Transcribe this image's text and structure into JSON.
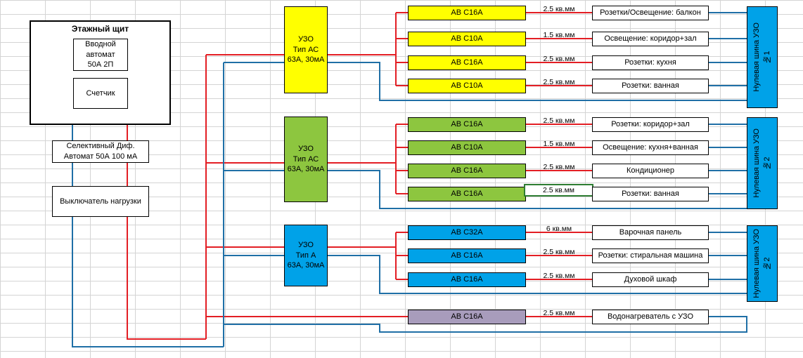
{
  "panel": {
    "title": "Этажный щит",
    "intro_breaker": "Вводной\nавтомат\n50А 2П",
    "meter": "Счетчик"
  },
  "selective_rcd": "Селективный Диф.\nАвтомат 50А 100 мА",
  "load_switch": "Выключатель нагрузки",
  "rcds": [
    {
      "label": "УЗО\nТип АС\n63А, 30мА"
    },
    {
      "label": "УЗО\nТип АС\n63А, 30мА"
    },
    {
      "label": "УЗО\nТип А\n63А, 30мА"
    }
  ],
  "circuits": [
    {
      "breaker": "АВ С16А",
      "cable": "2.5 кв.мм",
      "load": "Розетки/Освещение: балкон"
    },
    {
      "breaker": "АВ С10А",
      "cable": "1.5 кв.мм",
      "load": "Освещение: коридор+зал"
    },
    {
      "breaker": "АВ С16А",
      "cable": "2.5 кв.мм",
      "load": "Розетки: кухня"
    },
    {
      "breaker": "АВ С10А",
      "cable": "2.5 кв.мм",
      "load": "Розетки: ванная"
    },
    {
      "breaker": "АВ С16А",
      "cable": "2.5 кв.мм",
      "load": "Розетки: коридор+зал"
    },
    {
      "breaker": "АВ С10А",
      "cable": "1.5 кв.мм",
      "load": "Освещение: кухня+ванная"
    },
    {
      "breaker": "АВ С16А",
      "cable": "2.5 кв.мм",
      "load": "Кондиционер"
    },
    {
      "breaker": "АВ С16А",
      "cable": "2.5 кв.мм",
      "load": "Розетки: ванная"
    },
    {
      "breaker": "АВ С32А",
      "cable": "6 кв.мм",
      "load": "Варочная панель"
    },
    {
      "breaker": "АВ С16А",
      "cable": "2.5 кв.мм",
      "load": "Розетки: стиральная машина"
    },
    {
      "breaker": "АВ С16А",
      "cable": "2.5 кв.мм",
      "load": "Духовой шкаф"
    },
    {
      "breaker": "АВ С16А",
      "cable": "2.5 кв.мм",
      "load": "Водонагреватель с УЗО"
    }
  ],
  "buses": [
    {
      "label": "Нулевая шина УЗО\n№1"
    },
    {
      "label": "Нулевая шина УЗО\n№2"
    },
    {
      "label": "Нулевая шина УЗО\n№2"
    }
  ],
  "colors": {
    "phase": "#e31e24",
    "neutral": "#1f6fa6",
    "group1": "#ffff00",
    "group2": "#8dc63f",
    "group3": "#00a2e8",
    "separate": "#a89cbc"
  }
}
